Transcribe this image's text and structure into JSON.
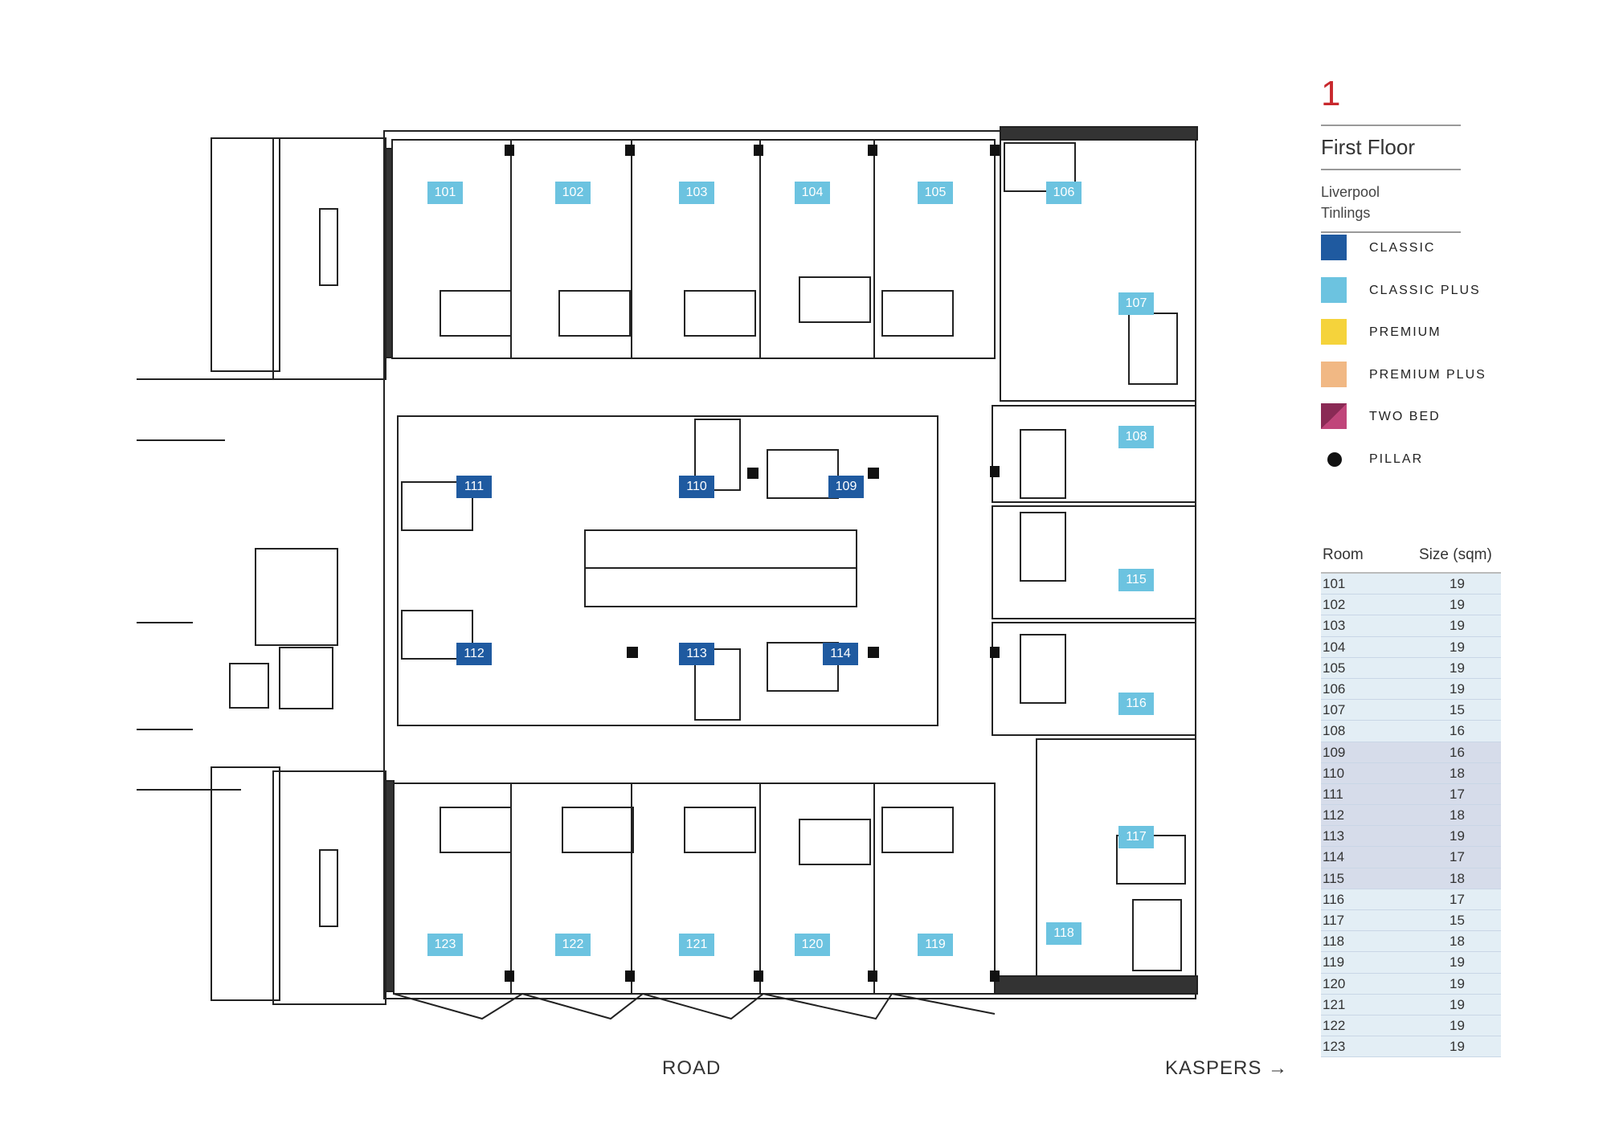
{
  "floor": {
    "number": "1",
    "title": "First Floor"
  },
  "building": {
    "line1": "Liverpool",
    "line2": "Tinlings"
  },
  "legend": [
    {
      "label": "CLASSIC",
      "color": "#1f5aa0",
      "type": "swatch"
    },
    {
      "label": "CLASSIC PLUS",
      "color": "#6cc3e0",
      "type": "swatch"
    },
    {
      "label": "PREMIUM",
      "color": "#f5d33b",
      "type": "swatch"
    },
    {
      "label": "PREMIUM PLUS",
      "color": "#f1b884",
      "type": "swatch"
    },
    {
      "label": "TWO BED",
      "color": "#8a2a55",
      "type": "two-tone"
    },
    {
      "label": "PILLAR",
      "color": "#111111",
      "type": "dot"
    }
  ],
  "table": {
    "headers": [
      "Room",
      "Size (sqm)"
    ],
    "rows": [
      [
        "101",
        "19"
      ],
      [
        "102",
        "19"
      ],
      [
        "103",
        "19"
      ],
      [
        "104",
        "19"
      ],
      [
        "105",
        "19"
      ],
      [
        "106",
        "19"
      ],
      [
        "107",
        "15"
      ],
      [
        "108",
        "16"
      ],
      [
        "109",
        "16"
      ],
      [
        "110",
        "18"
      ],
      [
        "111",
        "17"
      ],
      [
        "112",
        "18"
      ],
      [
        "113",
        "19"
      ],
      [
        "114",
        "17"
      ],
      [
        "115",
        "18"
      ],
      [
        "116",
        "17"
      ],
      [
        "117",
        "15"
      ],
      [
        "118",
        "18"
      ],
      [
        "119",
        "19"
      ],
      [
        "120",
        "19"
      ],
      [
        "121",
        "19"
      ],
      [
        "122",
        "19"
      ],
      [
        "123",
        "19"
      ]
    ]
  },
  "rooms": [
    {
      "label": "101",
      "type": "classic-plus"
    },
    {
      "label": "102",
      "type": "classic-plus"
    },
    {
      "label": "103",
      "type": "classic-plus"
    },
    {
      "label": "104",
      "type": "classic-plus"
    },
    {
      "label": "105",
      "type": "classic-plus"
    },
    {
      "label": "106",
      "type": "classic-plus"
    },
    {
      "label": "107",
      "type": "classic-plus"
    },
    {
      "label": "108",
      "type": "classic-plus"
    },
    {
      "label": "109",
      "type": "classic"
    },
    {
      "label": "110",
      "type": "classic"
    },
    {
      "label": "111",
      "type": "classic"
    },
    {
      "label": "112",
      "type": "classic"
    },
    {
      "label": "113",
      "type": "classic"
    },
    {
      "label": "114",
      "type": "classic"
    },
    {
      "label": "115",
      "type": "classic-plus"
    },
    {
      "label": "116",
      "type": "classic-plus"
    },
    {
      "label": "117",
      "type": "classic-plus"
    },
    {
      "label": "118",
      "type": "classic-plus"
    },
    {
      "label": "119",
      "type": "classic-plus"
    },
    {
      "label": "120",
      "type": "classic-plus"
    },
    {
      "label": "121",
      "type": "classic-plus"
    },
    {
      "label": "122",
      "type": "classic-plus"
    },
    {
      "label": "123",
      "type": "classic-plus"
    }
  ],
  "footer": {
    "road": "ROAD",
    "kaspers": "KASPERS →"
  }
}
